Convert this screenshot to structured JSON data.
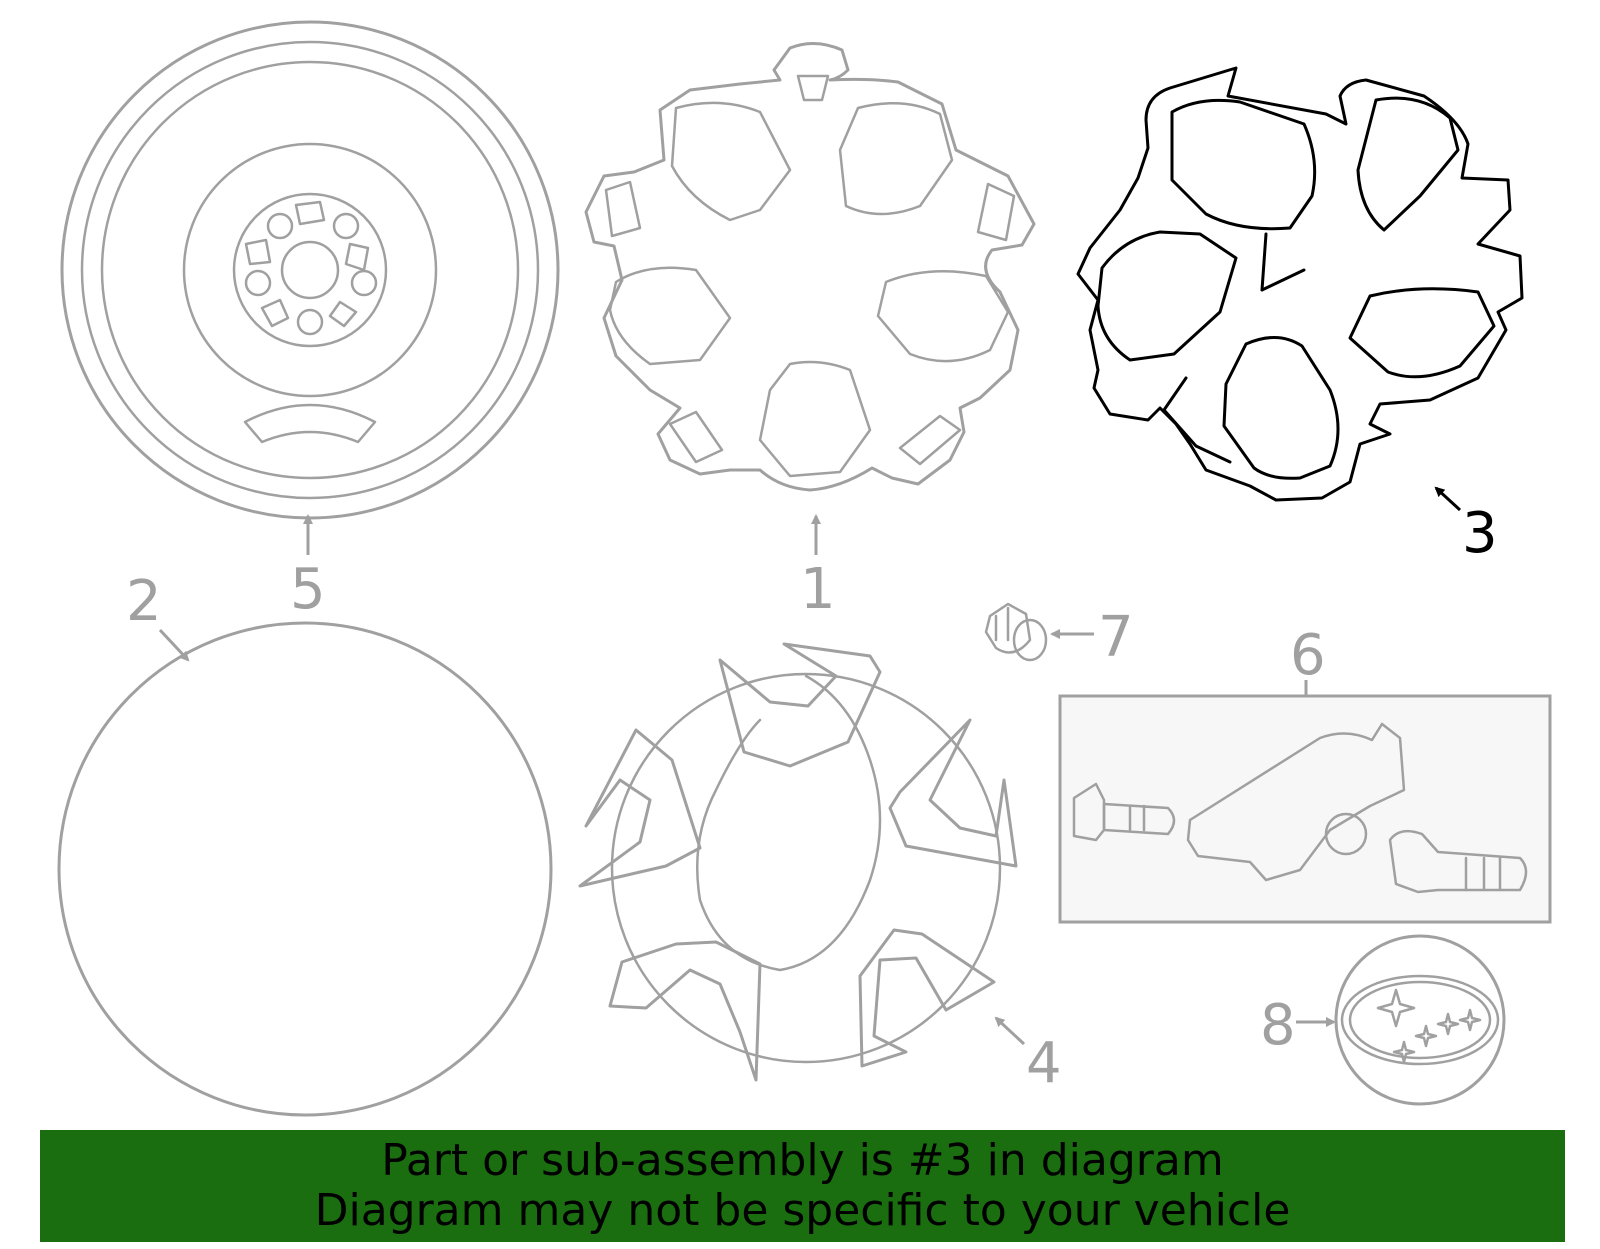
{
  "callouts": {
    "c1": "1",
    "c2": "2",
    "c3": "3",
    "c4": "4",
    "c5": "5",
    "c6": "6",
    "c7": "7",
    "c8": "8"
  },
  "banner": {
    "line1": "Part or sub-assembly is #3 in diagram",
    "line2": "Diagram may not be specific to your vehicle"
  },
  "colors": {
    "part_stroke": "#a0a0a0",
    "highlight_stroke": "#000000",
    "banner_bg": "#1a6e10",
    "banner_text": "#000000"
  },
  "highlighted_part": "3"
}
